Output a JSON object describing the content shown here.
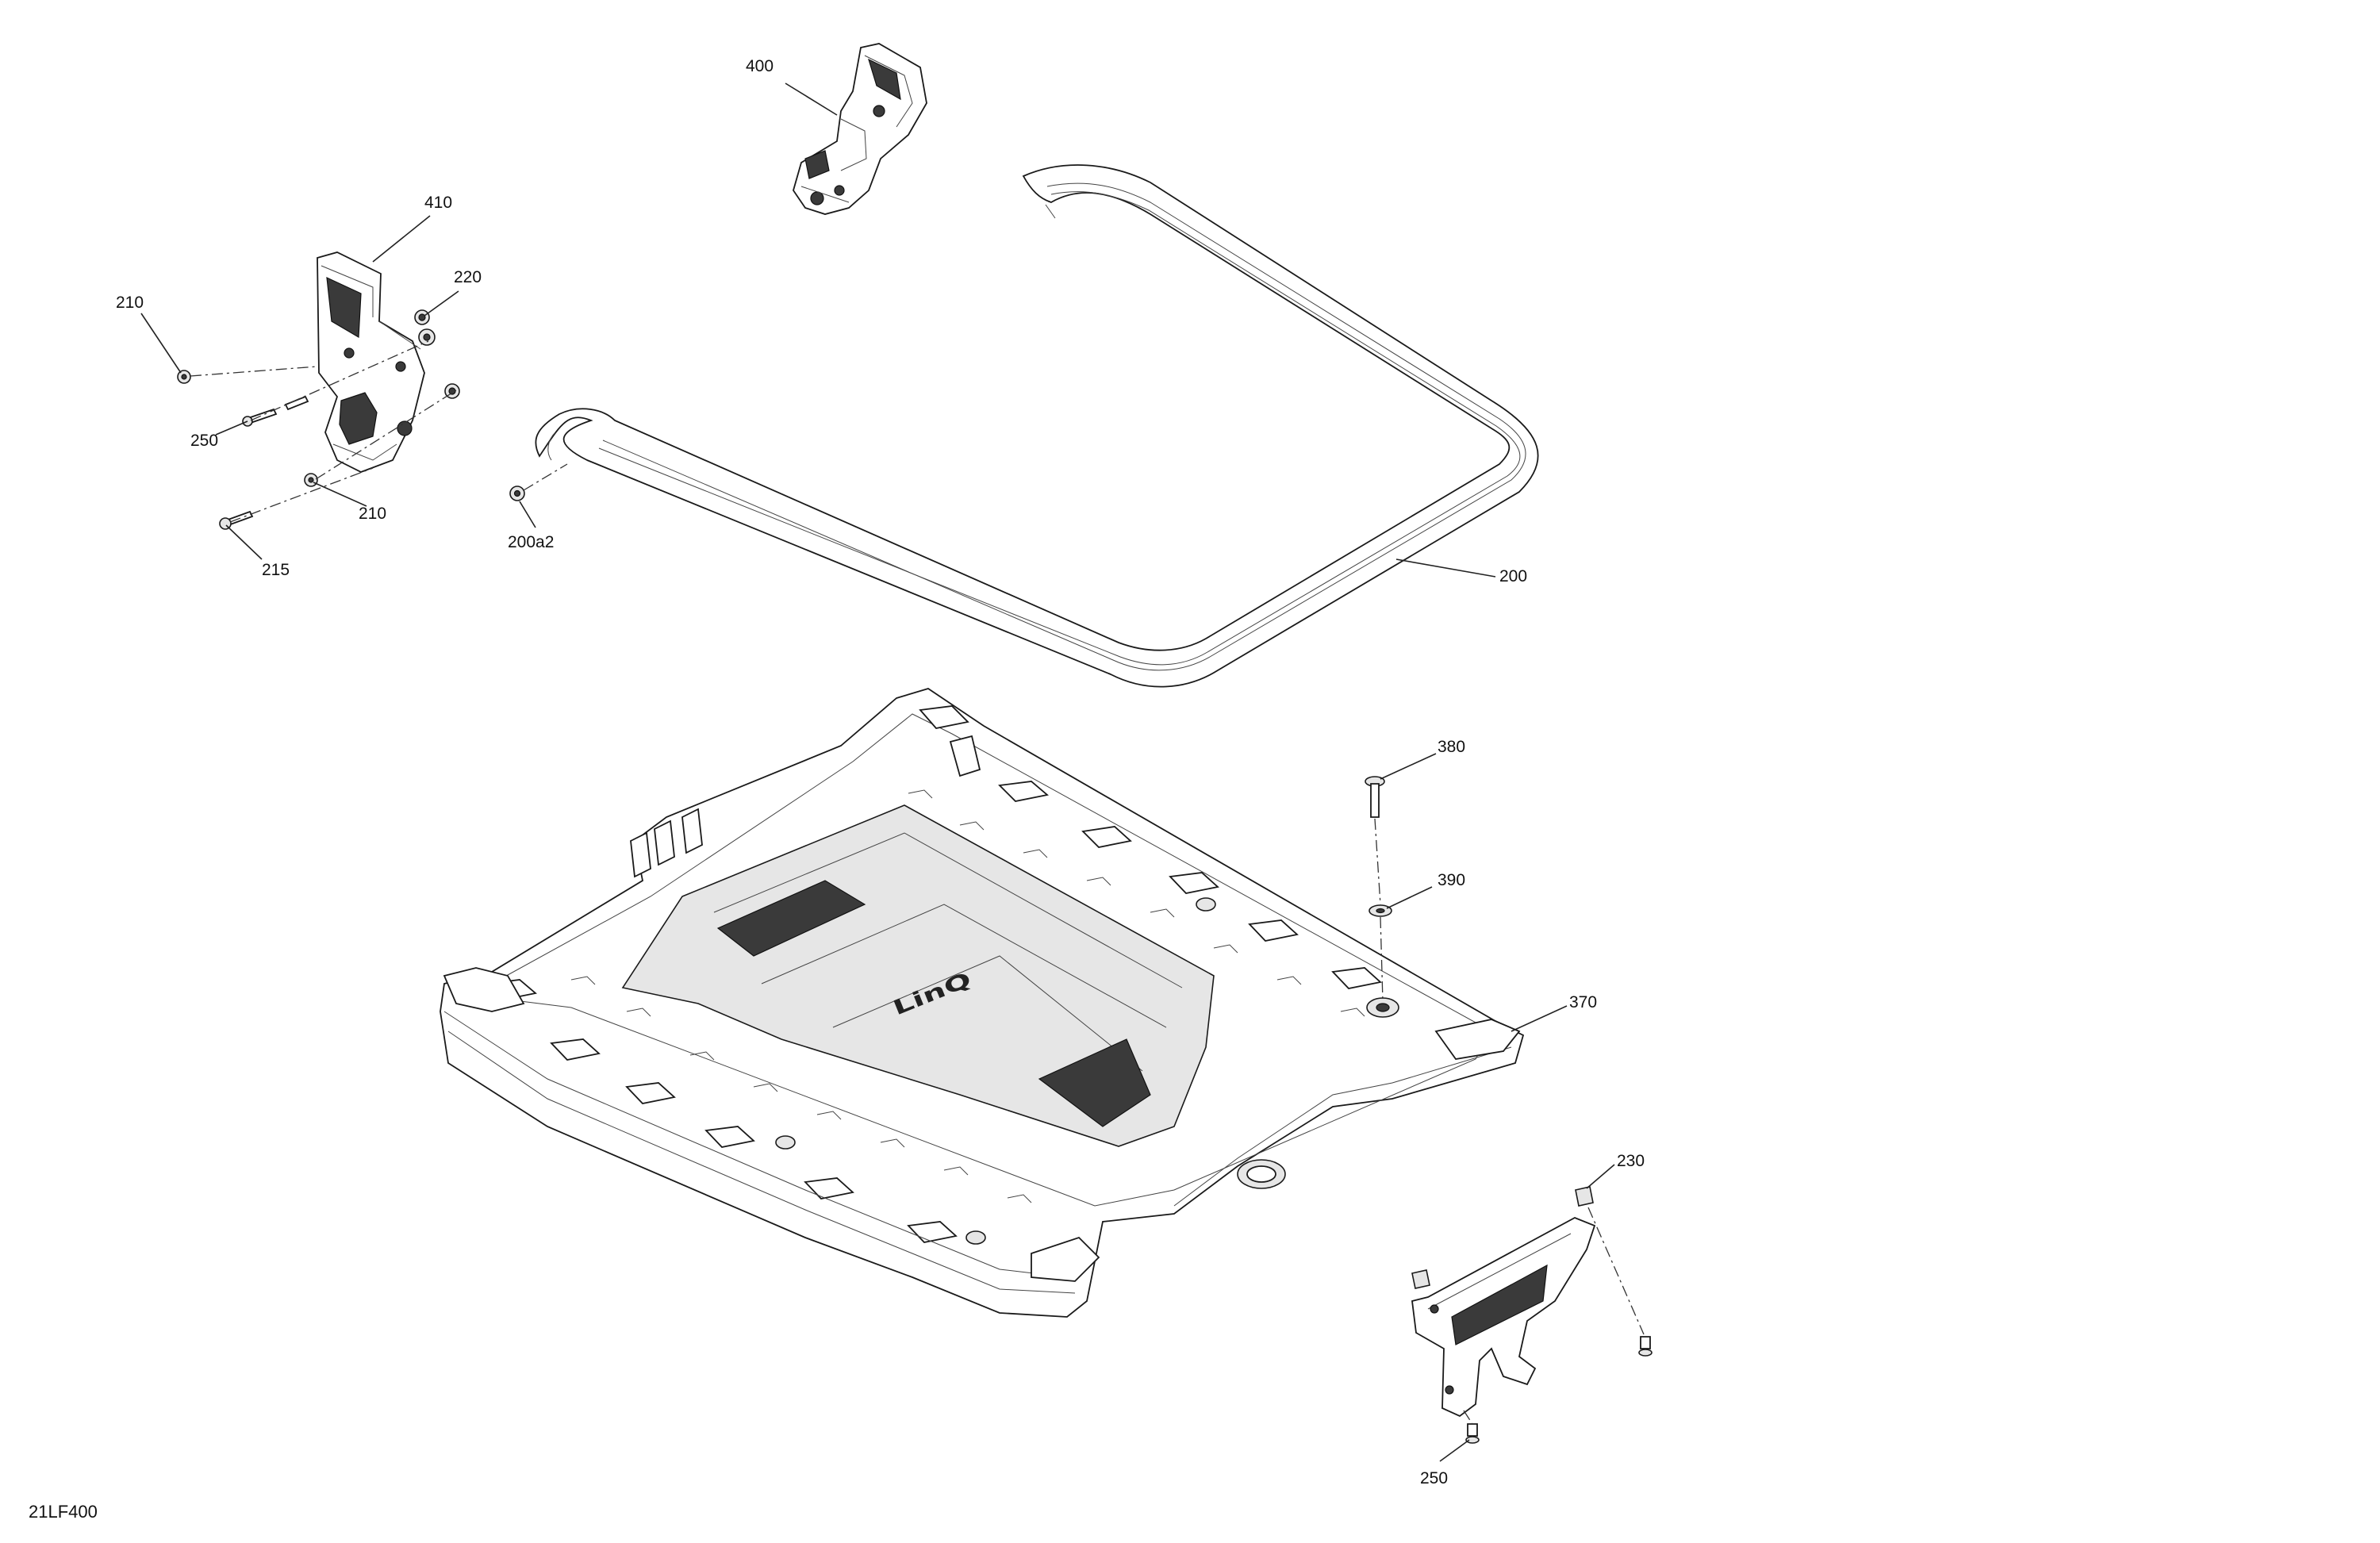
{
  "diagram_code": "21LF400",
  "callouts": {
    "c400": "400",
    "c410": "410",
    "c220": "220",
    "c210a": "210",
    "c250a": "250",
    "c210b": "210",
    "c215": "215",
    "c200a2": "200a2",
    "c200": "200",
    "c380": "380",
    "c390": "390",
    "c370": "370",
    "c230": "230",
    "c250b": "250"
  },
  "rack_logo": "LinQ"
}
